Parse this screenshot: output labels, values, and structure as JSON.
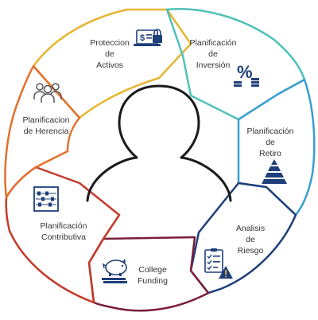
{
  "segments": [
    {
      "id": "proteccion",
      "lines": [
        "Proteccion",
        "de",
        "Activos"
      ],
      "color": "#e7b533",
      "icon": "laptop-lock-icon"
    },
    {
      "id": "inversion",
      "lines": [
        "Planificación",
        "de",
        "Inversión"
      ],
      "color": "#4fc2b8",
      "icon": "percent-coins-icon"
    },
    {
      "id": "retiro",
      "lines": [
        "Planificación",
        "de",
        "Retiro"
      ],
      "color": "#3a9ed0",
      "icon": "pyramid-icon"
    },
    {
      "id": "riesgo",
      "lines": [
        "Analisis",
        "de",
        "Riesgo"
      ],
      "color": "#1f3f7a",
      "icon": "checklist-warning-icon"
    },
    {
      "id": "college",
      "lines": [
        "College",
        "Funding"
      ],
      "color": "#7a1d3c",
      "icon": "piggy-bank-books-icon"
    },
    {
      "id": "contributiva",
      "lines": [
        "Planificación",
        "Contributiva"
      ],
      "color": "#c43a2a",
      "icon": "abacus-icon"
    },
    {
      "id": "herencia",
      "lines": [
        "Planificacion",
        "de Herencia"
      ],
      "color": "#e2712f",
      "icon": "people-group-icon"
    }
  ],
  "center": {
    "icon": "person-silhouette-icon",
    "color": "#1a1a1a"
  }
}
